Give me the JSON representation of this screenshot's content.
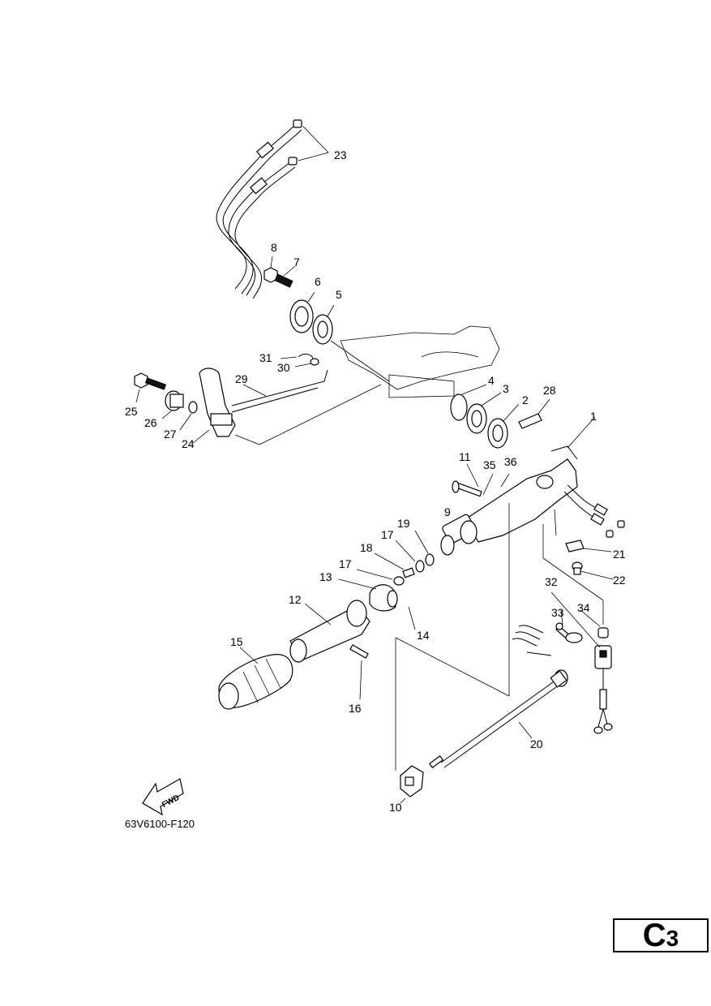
{
  "diagram": {
    "part_numbers": [
      "1",
      "2",
      "3",
      "4",
      "5",
      "6",
      "7",
      "8",
      "9",
      "10",
      "11",
      "12",
      "13",
      "14",
      "15",
      "16",
      "17",
      "17",
      "18",
      "19",
      "20",
      "21",
      "22",
      "23",
      "24",
      "25",
      "26",
      "27",
      "28",
      "29",
      "30",
      "31",
      "32",
      "33",
      "34",
      "35",
      "36"
    ],
    "fwd_label": "FWD",
    "drawing_code": "63V6100-F120"
  },
  "section": {
    "letter": "C",
    "number": "3"
  }
}
